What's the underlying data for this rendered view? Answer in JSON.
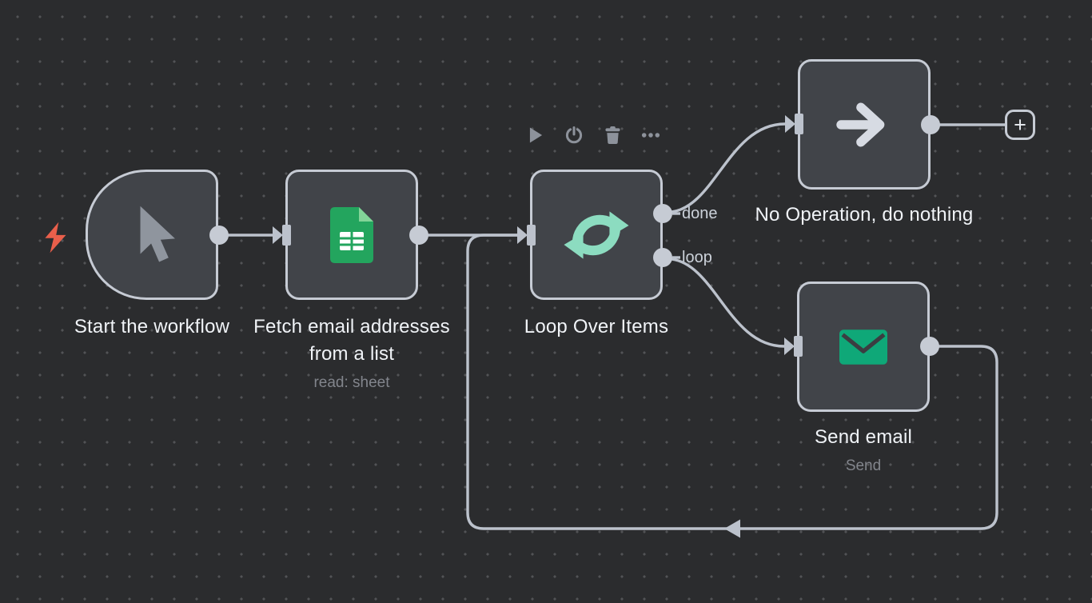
{
  "app": "workflow-editor-canvas",
  "theme": {
    "canvas_bg": "#2b2c2e",
    "node_fill": "#414449",
    "node_border": "#c6cbd4",
    "wire_color": "#bcc2cc",
    "title_color": "#f0f3f7",
    "subtitle_color": "#82858c",
    "toolbar_icon_color": "#8d929b",
    "trigger_bolt_color": "#e95f4b",
    "sheets_green": "#23a55e",
    "sheets_fold_green": "#82d498",
    "loop_mint": "#8cdcc0",
    "email_green": "#0fa878",
    "noop_arrow_color": "#d7dbe3",
    "cursor_gray": "#8f959e"
  },
  "nodes": [
    {
      "id": "trigger",
      "title": "Start the workflow",
      "icon": "cursor-icon",
      "kind": "manual-trigger"
    },
    {
      "id": "sheets",
      "title": "Fetch email addresses from a list",
      "subtitle": "read: sheet",
      "icon": "google-sheets-icon",
      "kind": "google-sheets"
    },
    {
      "id": "loop",
      "title": "Loop Over Items",
      "icon": "loop-icon",
      "kind": "split-in-batches",
      "outputs": [
        "done",
        "loop"
      ]
    },
    {
      "id": "noop",
      "title": "No Operation, do nothing",
      "icon": "arrow-right-icon",
      "kind": "no-op"
    },
    {
      "id": "send",
      "title": "Send email",
      "subtitle": "Send",
      "icon": "email-icon",
      "kind": "email-send"
    }
  ],
  "node_toolbar": {
    "buttons": [
      {
        "name": "execute",
        "icon": "play-icon"
      },
      {
        "name": "deactivate",
        "icon": "power-icon"
      },
      {
        "name": "delete",
        "icon": "trash-icon"
      },
      {
        "name": "more-options",
        "icon": "ellipsis-icon"
      }
    ]
  },
  "ui": {
    "add_button": "+"
  },
  "connections": [
    {
      "from": "trigger",
      "to": "sheets"
    },
    {
      "from": "sheets",
      "to": "loop"
    },
    {
      "from": "loop:done",
      "to": "noop"
    },
    {
      "from": "loop:loop",
      "to": "send"
    },
    {
      "from": "send",
      "to": "loop",
      "style": "loop-back"
    },
    {
      "from": "noop",
      "to": "add-button"
    }
  ]
}
